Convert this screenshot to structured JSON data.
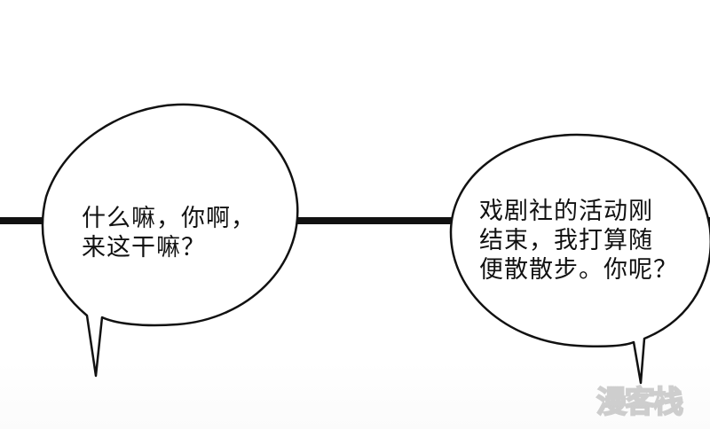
{
  "bubbles": {
    "left": {
      "line1": "什么嘛，你啊，",
      "line2": "来这干嘛？"
    },
    "right": {
      "line1": "戏剧社的活动刚",
      "line2": "结束，我打算随",
      "line3": "便散散步。你呢？"
    }
  },
  "watermark": {
    "text": "漫客栈"
  }
}
